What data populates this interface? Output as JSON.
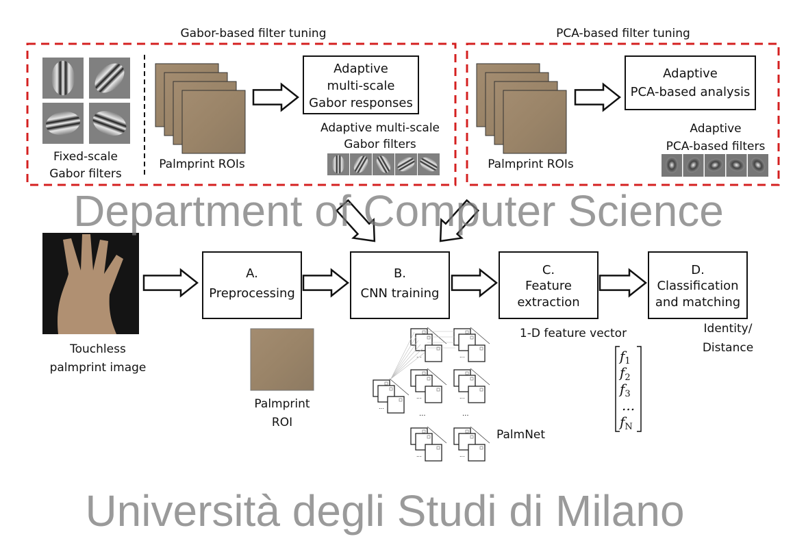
{
  "colors": {
    "dashed_frame": "#d42020",
    "box_stroke": "#111111",
    "watermark": "#808080",
    "palm_texture": "#9c8468"
  },
  "gabor_section": {
    "title": "Gabor-based filter tuning",
    "fixed_label": [
      "Fixed-scale",
      "Gabor filters"
    ],
    "rois_label": "Palmprint ROIs",
    "responses_box": [
      "Adaptive",
      "multi-scale",
      "Gabor responses"
    ],
    "adaptive_filters_label": [
      "Adaptive multi-scale",
      "Gabor filters"
    ]
  },
  "pca_section": {
    "title": "PCA-based filter tuning",
    "rois_label": "Palmprint ROIs",
    "analysis_box": [
      "Adaptive",
      "PCA-based analysis"
    ],
    "filters_label": [
      "Adaptive",
      "PCA-based filters"
    ]
  },
  "watermark": [
    "Department of Computer Science",
    "Università degli Studi di Milano"
  ],
  "pipeline": {
    "input_label": [
      "Touchless",
      "palmprint image"
    ],
    "steps": [
      {
        "letter": "A.",
        "lines": [
          "Preprocessing"
        ]
      },
      {
        "letter": "B.",
        "lines": [
          "CNN training"
        ]
      },
      {
        "letter": "C.",
        "lines": [
          "Feature",
          "extraction"
        ]
      },
      {
        "letter": "D.",
        "lines": [
          "Classification",
          "and matching"
        ]
      }
    ],
    "roi_label": [
      "Palmprint",
      "ROI"
    ],
    "feature_vector_label": "1-D feature vector",
    "feature_vector": [
      "f1",
      "f2",
      "f3",
      "...",
      "fN"
    ],
    "output_label": [
      "Identity/",
      "Distance"
    ],
    "network_label": "PalmNet"
  }
}
